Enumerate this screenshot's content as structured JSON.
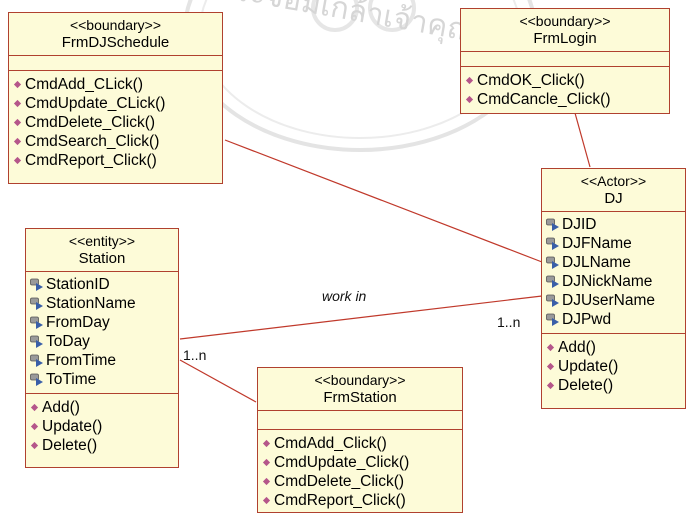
{
  "diagram": {
    "watermark": "พระจอมเกล้าเจ้าคุณทหาร",
    "classes": {
      "frm_dj_schedule": {
        "stereotype": "<<boundary>>",
        "name": "FrmDJSchedule",
        "operations": [
          "CmdAdd_CLick()",
          "CmdUpdate_CLick()",
          "CmdDelete_Click()",
          "CmdSearch_Click()",
          "CmdReport_Click()"
        ]
      },
      "frm_login": {
        "stereotype": "<<boundary>>",
        "name": "FrmLogin",
        "operations": [
          "CmdOK_Click()",
          "CmdCancle_Click()"
        ]
      },
      "dj": {
        "stereotype": "<<Actor>>",
        "name": "DJ",
        "attributes": [
          "DJID",
          "DJFName",
          "DJLName",
          "DJNickName",
          "DJUserName",
          "DJPwd"
        ],
        "operations": [
          "Add()",
          "Update()",
          "Delete()"
        ]
      },
      "station": {
        "stereotype": "<<entity>>",
        "name": "Station",
        "attributes": [
          "StationID",
          "StationName",
          "FromDay",
          "ToDay",
          "FromTime",
          "ToTime"
        ],
        "operations": [
          "Add()",
          "Update()",
          "Delete()"
        ]
      },
      "frm_station": {
        "stereotype": "<<boundary>>",
        "name": "FrmStation",
        "operations": [
          "CmdAdd_Click()",
          "CmdUpdate_Click()",
          "CmdDelete_Click()",
          "CmdReport_Click()"
        ]
      }
    },
    "association": {
      "label": "work in",
      "multiplicity_station": "1..n",
      "multiplicity_dj": "1..n"
    },
    "colors": {
      "box_fill": "#fdfbd8",
      "box_border": "#b0412f",
      "line": "#c0392b",
      "operation_icon": "#b5568a",
      "attribute_icon": "#3a5fa8"
    }
  }
}
